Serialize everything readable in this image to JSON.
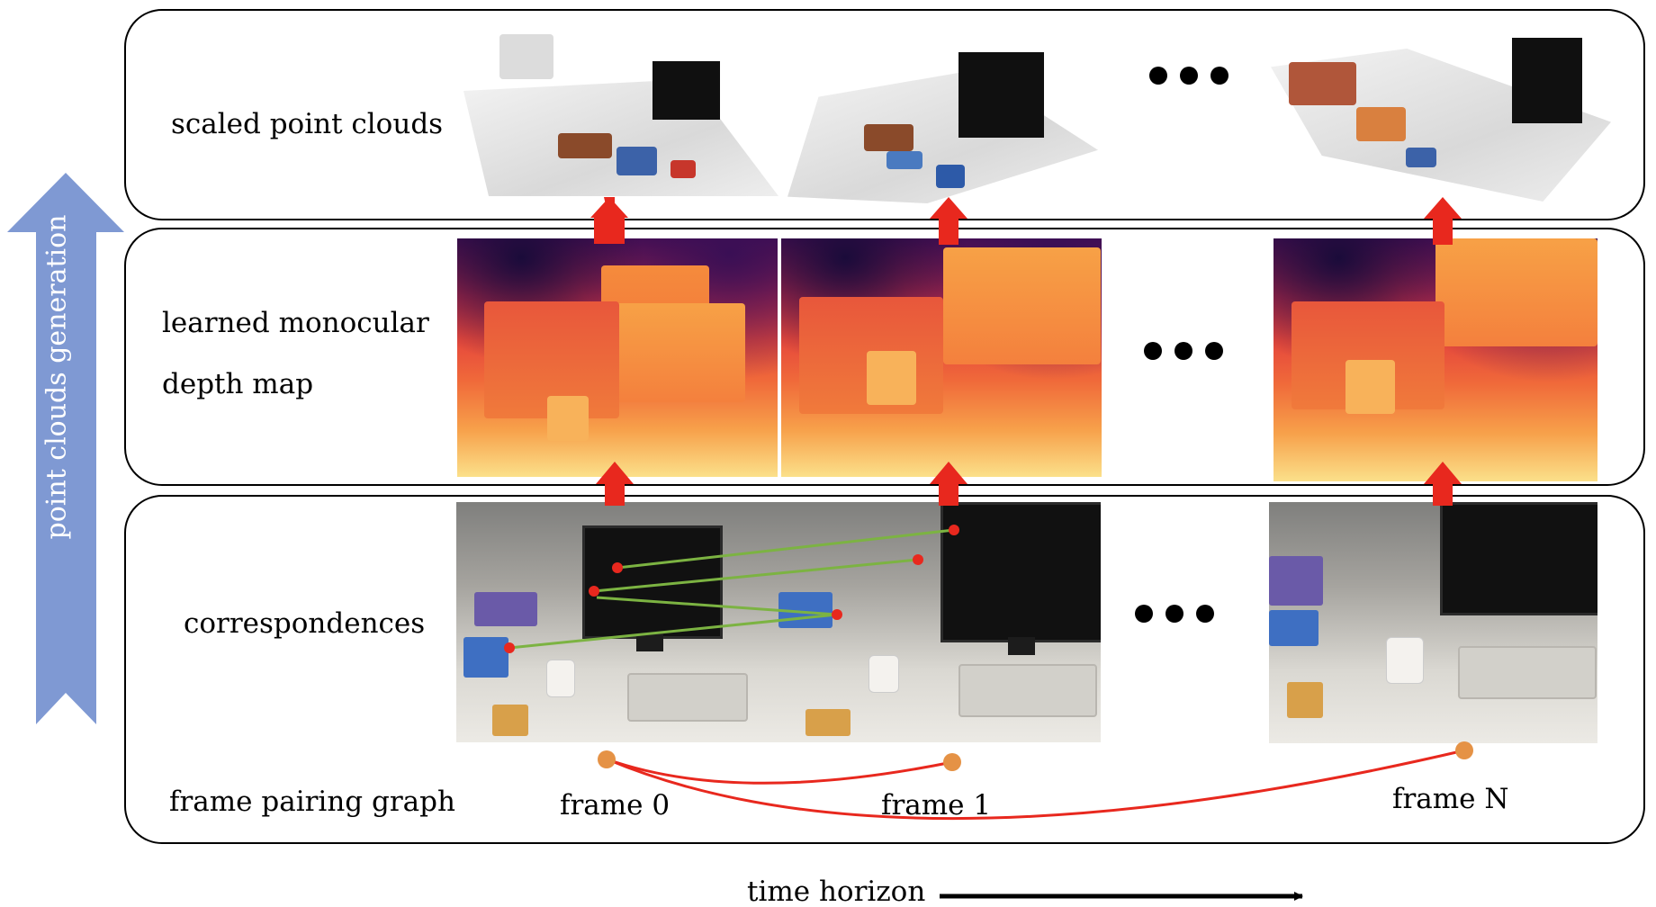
{
  "side_axis": {
    "label": "point clouds generation",
    "arrow_color": "#7f99d3"
  },
  "rows": {
    "scaled": {
      "label": "scaled point clouds"
    },
    "depth": {
      "line1": "learned monocular",
      "line2": "depth map"
    },
    "correspondences": {
      "label": "correspondences"
    },
    "pairing": {
      "label": "frame pairing graph"
    }
  },
  "frames": [
    "frame 0",
    "frame 1",
    "frame N"
  ],
  "time_axis": {
    "label": "time horizon"
  },
  "colors": {
    "up_arrow": "#e8281e",
    "correspondence_line": "#7cb342",
    "keypoint": "#e8281e",
    "graph_edge": "#e8281e",
    "graph_node": "#e59245"
  }
}
